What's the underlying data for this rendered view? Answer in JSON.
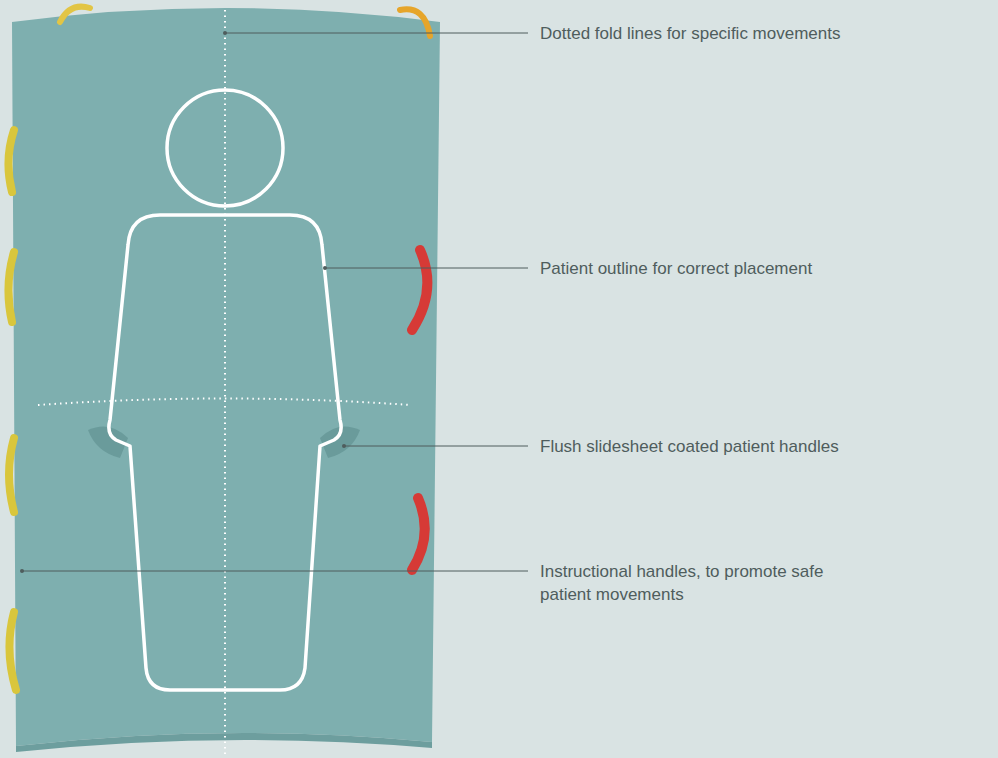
{
  "diagram": {
    "labels": [
      "Dotted fold lines for specific movements",
      "Patient outline for correct placement",
      "Flush slidesheet coated patient handles",
      "Instructional handles, to promote safe patient movements"
    ]
  }
}
